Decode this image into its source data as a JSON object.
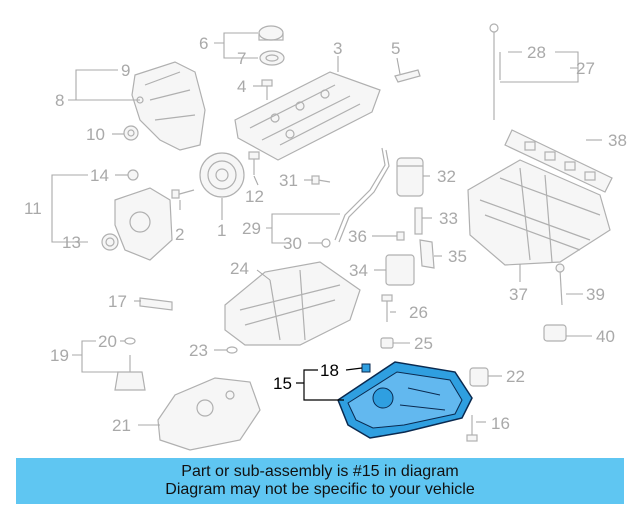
{
  "diagram": {
    "callouts": {
      "c1": "1",
      "c2": "2",
      "c3": "3",
      "c4": "4",
      "c5": "5",
      "c6": "6",
      "c7": "7",
      "c8": "8",
      "c9": "9",
      "c10": "10",
      "c11": "11",
      "c12": "12",
      "c13": "13",
      "c14": "14",
      "c15": "15",
      "c16": "16",
      "c17": "17",
      "c18": "18",
      "c19": "19",
      "c20": "20",
      "c21": "21",
      "c22": "22",
      "c23": "23",
      "c24": "24",
      "c25": "25",
      "c26": "26",
      "c27": "27",
      "c28": "28",
      "c29": "29",
      "c30": "30",
      "c31": "31",
      "c32": "32",
      "c33": "33",
      "c34": "34",
      "c35": "35",
      "c36": "36",
      "c37": "37",
      "c38": "38",
      "c39": "39",
      "c40": "40"
    },
    "highlight_color": "#2f9fe0",
    "highlighted_part": "15"
  },
  "banner": {
    "line1": "Part or sub-assembly is #15 in diagram",
    "line2": "Diagram may not be specific to your vehicle",
    "background": "#5fc6f2"
  }
}
